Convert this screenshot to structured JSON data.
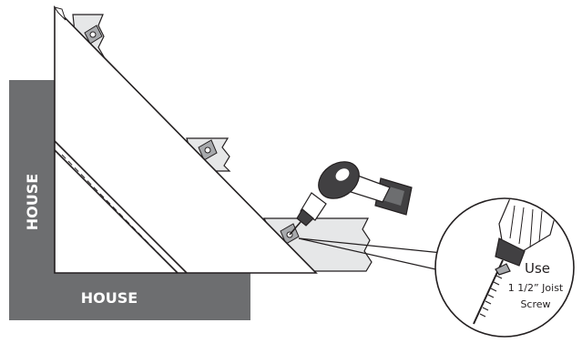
{
  "labels": {
    "house_vertical": "HOUSE",
    "house_horizontal": "HOUSE",
    "callout_use": "Use",
    "callout_screw_line1": "1 1/2” Joist",
    "callout_screw_line2": "Screw"
  },
  "icons": {
    "drill": "cordless-drill-icon",
    "screw": "joist-screw-icon",
    "bracket": "joist-hanger-bracket-icon"
  },
  "colors": {
    "house_wall": "#6d6e70",
    "house_text": "#ffffff",
    "outline": "#231f20",
    "joist_fill": "#e6e7e8",
    "bracket_fill": "#a7a9ac",
    "drill_body": "#414042",
    "drill_grip": "#ffffff",
    "background": "#ffffff"
  }
}
